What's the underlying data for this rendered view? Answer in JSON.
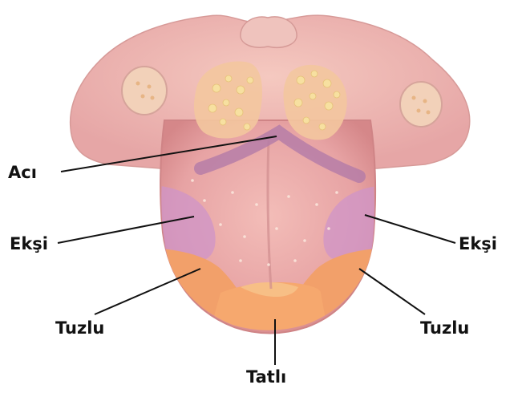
{
  "colors": {
    "tongue_body": "#e9a7a7",
    "tongue_shadow": "#d98d8f",
    "bitter_zone": "#f0c48c",
    "sour_zone": "#c98ec6",
    "salty_zone": "#f29a62",
    "sweet_zone": "#f5a067",
    "leader_line": "#111111"
  },
  "labels": {
    "bitter": "Acı",
    "sour_left": "Ekşi",
    "sour_right": "Ekşi",
    "salty_left": "Tuzlu",
    "salty_right": "Tuzlu",
    "sweet": "Tatlı"
  }
}
